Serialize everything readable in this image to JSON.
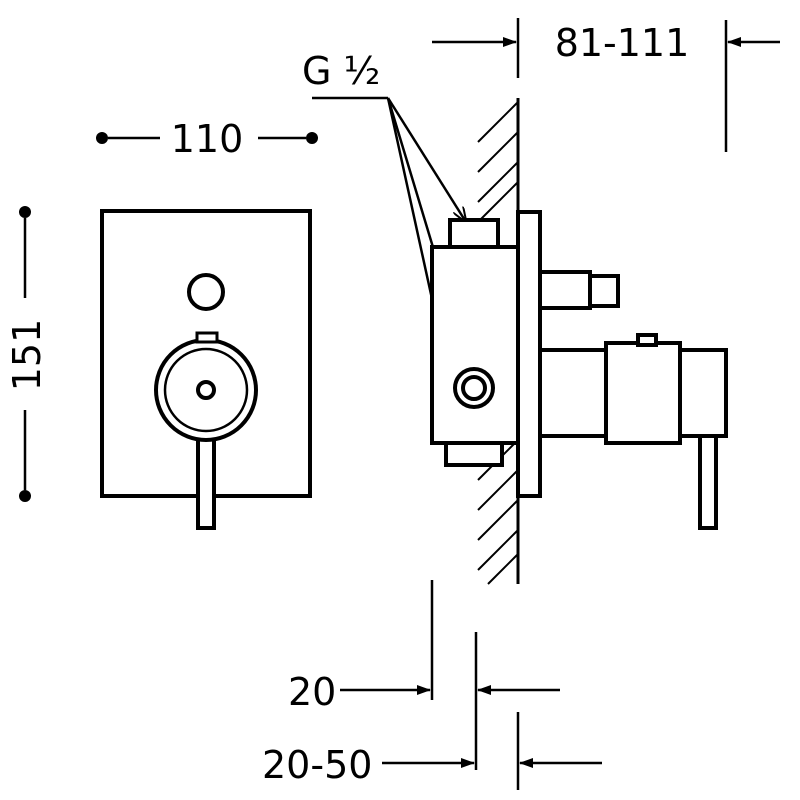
{
  "dimensions": {
    "width_front": "110",
    "height_front": "151",
    "thread": "G ½",
    "projection": "81-111",
    "wall_depth": "20",
    "recess_depth": "20-50"
  }
}
